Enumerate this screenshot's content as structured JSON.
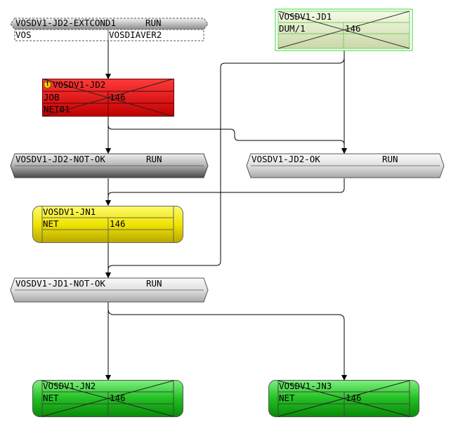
{
  "nodes": {
    "extcond": {
      "name": "VOSDV1-JD2-EXTCOND1",
      "status": "RUN",
      "c1": "VOS",
      "c2": "VOSDIAVER2"
    },
    "jd1": {
      "name": "VOSDV1-JD1",
      "c1": "DUM/1",
      "c2": "146"
    },
    "jd2": {
      "name": "VOSDV1-JD2",
      "r1c1": "JOB",
      "r1c2": "146",
      "r2c1": "NET01"
    },
    "jd2notok": {
      "name": "VOSDV1-JD2-NOT-OK",
      "status": "RUN"
    },
    "jd2ok": {
      "name": "VOSDV1-JD2-OK",
      "status": "RUN"
    },
    "jn1": {
      "name": "VOSDV1-JN1",
      "c1": "NET",
      "c2": "146"
    },
    "jd1notok": {
      "name": "VOSDV1-JD1-NOT-OK",
      "status": "RUN"
    },
    "jn2": {
      "name": "VOSDV1-JN2",
      "c1": "NET",
      "c2": "146"
    },
    "jn3": {
      "name": "VOSDV1-JN3",
      "c1": "NET",
      "c2": "146"
    }
  },
  "colors": {
    "red": "#e01010",
    "yellow": "#f2e600",
    "green": "#10b010",
    "gray": "#c8c8c8",
    "light_green": "#e8f7c8",
    "warning": "#ffd000"
  }
}
